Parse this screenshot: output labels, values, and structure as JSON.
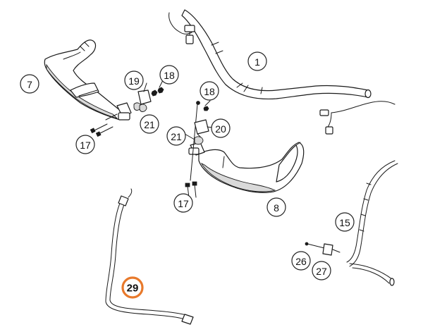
{
  "highlight_color": "#e8792b",
  "highlighted_callout": "29",
  "callouts": {
    "c1": "1",
    "c7": "7",
    "c8": "8",
    "c15": "15",
    "c17a": "17",
    "c17b": "17",
    "c18a": "18",
    "c18b": "18",
    "c19": "19",
    "c20": "20",
    "c21a": "21",
    "c21b": "21",
    "c26": "26",
    "c27": "27",
    "c29": "29"
  }
}
